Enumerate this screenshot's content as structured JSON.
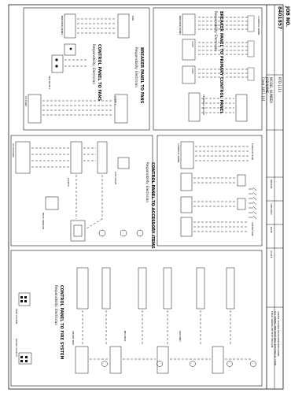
{
  "title_block": {
    "job_no_label": "JOB NO.",
    "job_no": "8401857",
    "model_label": "MODEL NUMBER",
    "model": "RTD-1111",
    "job_name_label": "JOB NAME",
    "job_name": "Crest 3451-101",
    "small_fields": [
      "DRAWN",
      "CHECKED",
      "DATE",
      "SCALE"
    ]
  },
  "sections": [
    {
      "title": "BREAKER PANEL TO PRIMARY CONTROL PANEL",
      "subtitle": "Responsibility: Electrician"
    },
    {
      "title": "BREAKER PANEL TO FANS",
      "subtitle": "Responsibility: Electrician"
    },
    {
      "title": "CONTROL PANEL TO FANS",
      "subtitle": "Responsibility: Electrician"
    },
    {
      "title": "CONTROL PANEL TO ACCESSORY ITEMS",
      "subtitle": "Responsibility: Electrician"
    },
    {
      "title": "CONTROL PANEL TO FIRE SYSTEM",
      "subtitle": "Responsibility: Electrician"
    }
  ],
  "labels": {
    "breaker_panel": "BREAKER PANEL",
    "control_panel": "CONTROL PANEL",
    "fan": "FAN",
    "size_120v": "120V",
    "size_208v": "208V",
    "code1": "CODE 1",
    "note1": "SEE NOTE 1",
    "terminal": "TERMINAL BLOCK",
    "accessory": "ACCESSORY",
    "heat_sensor": "HEAT SENSOR",
    "fire_system": "FIRE SYSTEM",
    "shunt_trip": "SHUNT TRIP",
    "micro_switch": "MICRO SWITCH",
    "to_fans": "TO FANS",
    "gas_valve": "GAS VALVE",
    "exhaust": "EXHAUST FAN",
    "supply": "SUPPLY FAN",
    "light": "LIGHTS",
    "neutral": "NEUTRAL",
    "ground": "GROUND"
  },
  "notes": [
    "SUPPLY POWER FROM BREAKER PANEL",
    "ALL WIRING PER NATIONAL ELECTRICAL CODE",
    "FIELD WIRING BY ELECTRICIAN"
  ]
}
